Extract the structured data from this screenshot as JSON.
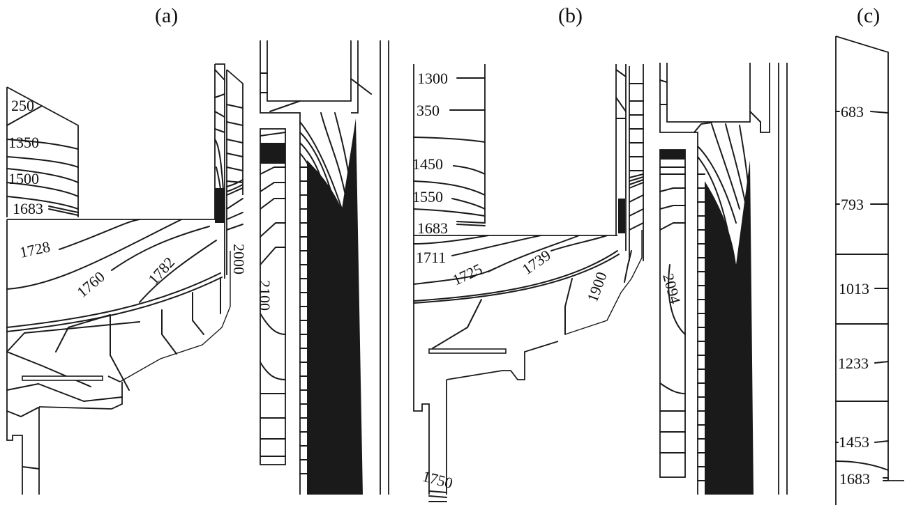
{
  "figure": {
    "panels": [
      {
        "id": "a",
        "label": "(a)",
        "isotherms": [
          "250",
          "1350",
          "1500",
          "1683",
          "1728",
          "1760",
          "1782",
          "2000",
          "2100"
        ]
      },
      {
        "id": "b",
        "label": "(b)",
        "isotherms": [
          "1300",
          "350",
          "1450",
          "1550",
          "1683",
          "1711",
          "1725",
          "1739",
          "1900",
          "2094",
          "1750"
        ]
      },
      {
        "id": "c",
        "label": "(c)",
        "isotherms": [
          "683",
          "793",
          "1013",
          "1233",
          "1453",
          "1683"
        ]
      }
    ],
    "line_color": "#1a1a1a",
    "background_color": "#ffffff"
  }
}
